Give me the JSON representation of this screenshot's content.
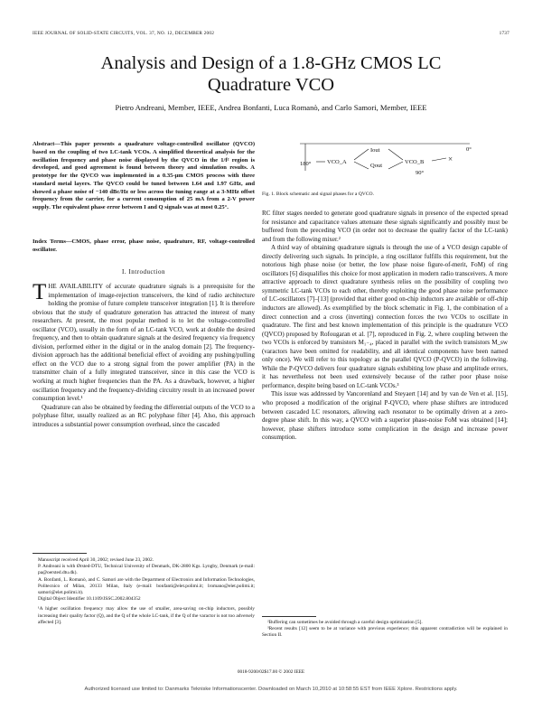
{
  "header": {
    "journal": "IEEE JOURNAL OF SOLID-STATE CIRCUITS, VOL. 37, NO. 12, DECEMBER 2002",
    "page": "1737"
  },
  "title": "Analysis and Design of a 1.8-GHz CMOS LC Quadrature VCO",
  "authors": "Pietro Andreani, Member, IEEE, Andrea Bonfanti, Luca Romanò, and Carlo Samori, Member, IEEE",
  "abstract": "Abstract—This paper presents a quadrature voltage-controlled oscillator (QVCO) based on the coupling of two LC-tank VCOs. A simplified theoretical analysis for the oscillation frequency and phase noise displayed by the QVCO in the 1/f² region is developed, and good agreement is found between theory and simulation results. A prototype for the QVCO was implemented in a 0.35-μm CMOS process with three standard metal layers. The QVCO could be tuned between 1.64 and 1.97 GHz, and showed a phase noise of −140 dBc/Hz or less across the tuning range at a 3-MHz offset frequency from the carrier, for a current consumption of 25 mA from a 2-V power supply. The equivalent phase error between I and Q signals was at most 0.25°.",
  "index_terms": "Index Terms—CMOS, phase error, phase noise, quadrature, RF, voltage-controlled oscillator.",
  "section_heading": "I. Introduction",
  "left_body": {
    "dropcap": "T",
    "p1": "HE AVAILABILITY of accurate quadrature signals is a prerequisite for the implementation of image-rejection transceivers, the kind of radio architecture holding the promise of future complete transceiver integration [1]. It is therefore obvious that the study of quadrature generation has attracted the interest of many researchers. At present, the most popular method is to let the voltage-controlled oscillator (VCO), usually in the form of an LC-tank VCO, work at double the desired frequency, and then to obtain quadrature signals at the desired frequency via frequency division, performed either in the digital or in the analog domain [2]. The frequency-division approach has the additional beneficial effect of avoiding any pushing/pulling effect on the VCO due to a strong signal from the power amplifier (PA) in the transmitter chain of a fully integrated transceiver, since in this case the VCO is working at much higher frequencies than the PA. As a drawback, however, a higher oscillation frequency and the frequency-dividing circuitry result in an increased power consumption level.¹",
    "p2": "Quadrature can also be obtained by feeding the differential outputs of the VCO to a polyphase filter, usually realized as an RC polyphase filter [4]. Also, this approach introduces a substantial power consumption overhead, since the cascaded"
  },
  "left_footnotes": {
    "received": "Manuscript received April 30, 2002; revised June 23, 2002.",
    "andreani": "P. Andreani is with Ørsted-DTU, Technical University of Denmark, DK-2800 Kgs. Lyngby, Denmark (e-mail: pa@oersted.dtu.dk).",
    "bonfanti": "A. Bonfanti, L. Romanò, and C. Samori are with the Department of Electronics and Information Technologies, Politecnico of Milan, 20133 Milan, Italy (e-mail: bonfanti@elet.polimi.it; lromano@elet.polimi.it; samori@elet.polimi.it).",
    "doi": "Digital Object Identifier 10.1109/JSSC.2002.804352",
    "fn1": "¹A higher oscillation frequency may allow the use of smaller, area-saving on-chip inductors, possibly increasing their quality factor (Q), and the Q of the whole LC-tank, if the Q of the varactor is not too adversely affected [3]."
  },
  "figure": {
    "labels": [
      "180°",
      "VCO_A",
      "Iout",
      "Qout",
      "VCO_B",
      "×",
      "0°",
      "90°"
    ],
    "caption": "Fig. 1.    Block schematic and signal phases for a QVCO."
  },
  "right_body": {
    "p0": "RC filter stages needed to generate good quadrature signals in presence of the expected spread for resistance and capacitance values attenuate these signals significantly and possibly must be buffered from the preceding VCO (in order not to decrease the quality factor of the LC-tank) and from the following mixer.²",
    "p1": "A third way of obtaining quadrature signals is through the use of a VCO design capable of directly delivering such signals. In principle, a ring oscillator fulfills this requirement, but the notorious high phase noise (or better, the low phase noise figure-of-merit, FoM) of ring oscillators [6] disqualifies this choice for most application in modern radio transceivers. A more attractive approach to direct quadrature synthesis relies on the possibility of coupling two symmetric LC-tank VCOs to each other, thereby exploiting the good phase noise performance of LC-oscillators [7]–[13] (provided that either good on-chip inductors are available or off-chip inductors are allowed). As exemplified by the block schematic in Fig. 1, the combination of a direct connection and a cross (inverting) connection forces the two VCOs to oscillate in quadrature. The first and best known implementation of this principle is the quadrature VCO (QVCO) proposed by Rofougaran et al. [7], reproduced in Fig. 2, where coupling between the two VCOs is enforced by transistors M₁₋₄, placed in parallel with the switch transistors M_sw (varactors have been omitted for readability, and all identical components have been named only once). We will refer to this topology as the parallel QVCO (P-QVCO) in the following. While the P-QVCO delivers four quadrature signals exhibiting low phase and amplitude errors, it has nevertheless not been used extensively because of the rather poor phase noise performance, despite being based on LC-tank VCOs.³",
    "p2": "This issue was addressed by Vancorenland and Steyaert [14] and by van de Ven et al. [15], who proposed a modification of the original P-QVCO, where phase shifters are introduced between cascaded LC resonators, allowing each resonator to be optimally driven at a zero-degree phase shift. In this way, a QVCO with a superior phase-noise FoM was obtained [14]; however, phase shifters introduce some complication in the design and increase power consumption."
  },
  "right_footnotes": {
    "fn2": "²Buffering can sometimes be avoided through a careful design optimization [5].",
    "fn3": "³Recent results [12] seem to be at variance with previous experience; this apparent contradiction will be explained in Section II."
  },
  "issn": "0018-9200/02$17.00 © 2002 IEEE",
  "license": "Authorized licensed use limited to: Danmarks Tekniske Informationscenter. Downloaded on March 10,2010 at 10:58:55 EST from IEEE Xplore.  Restrictions apply."
}
